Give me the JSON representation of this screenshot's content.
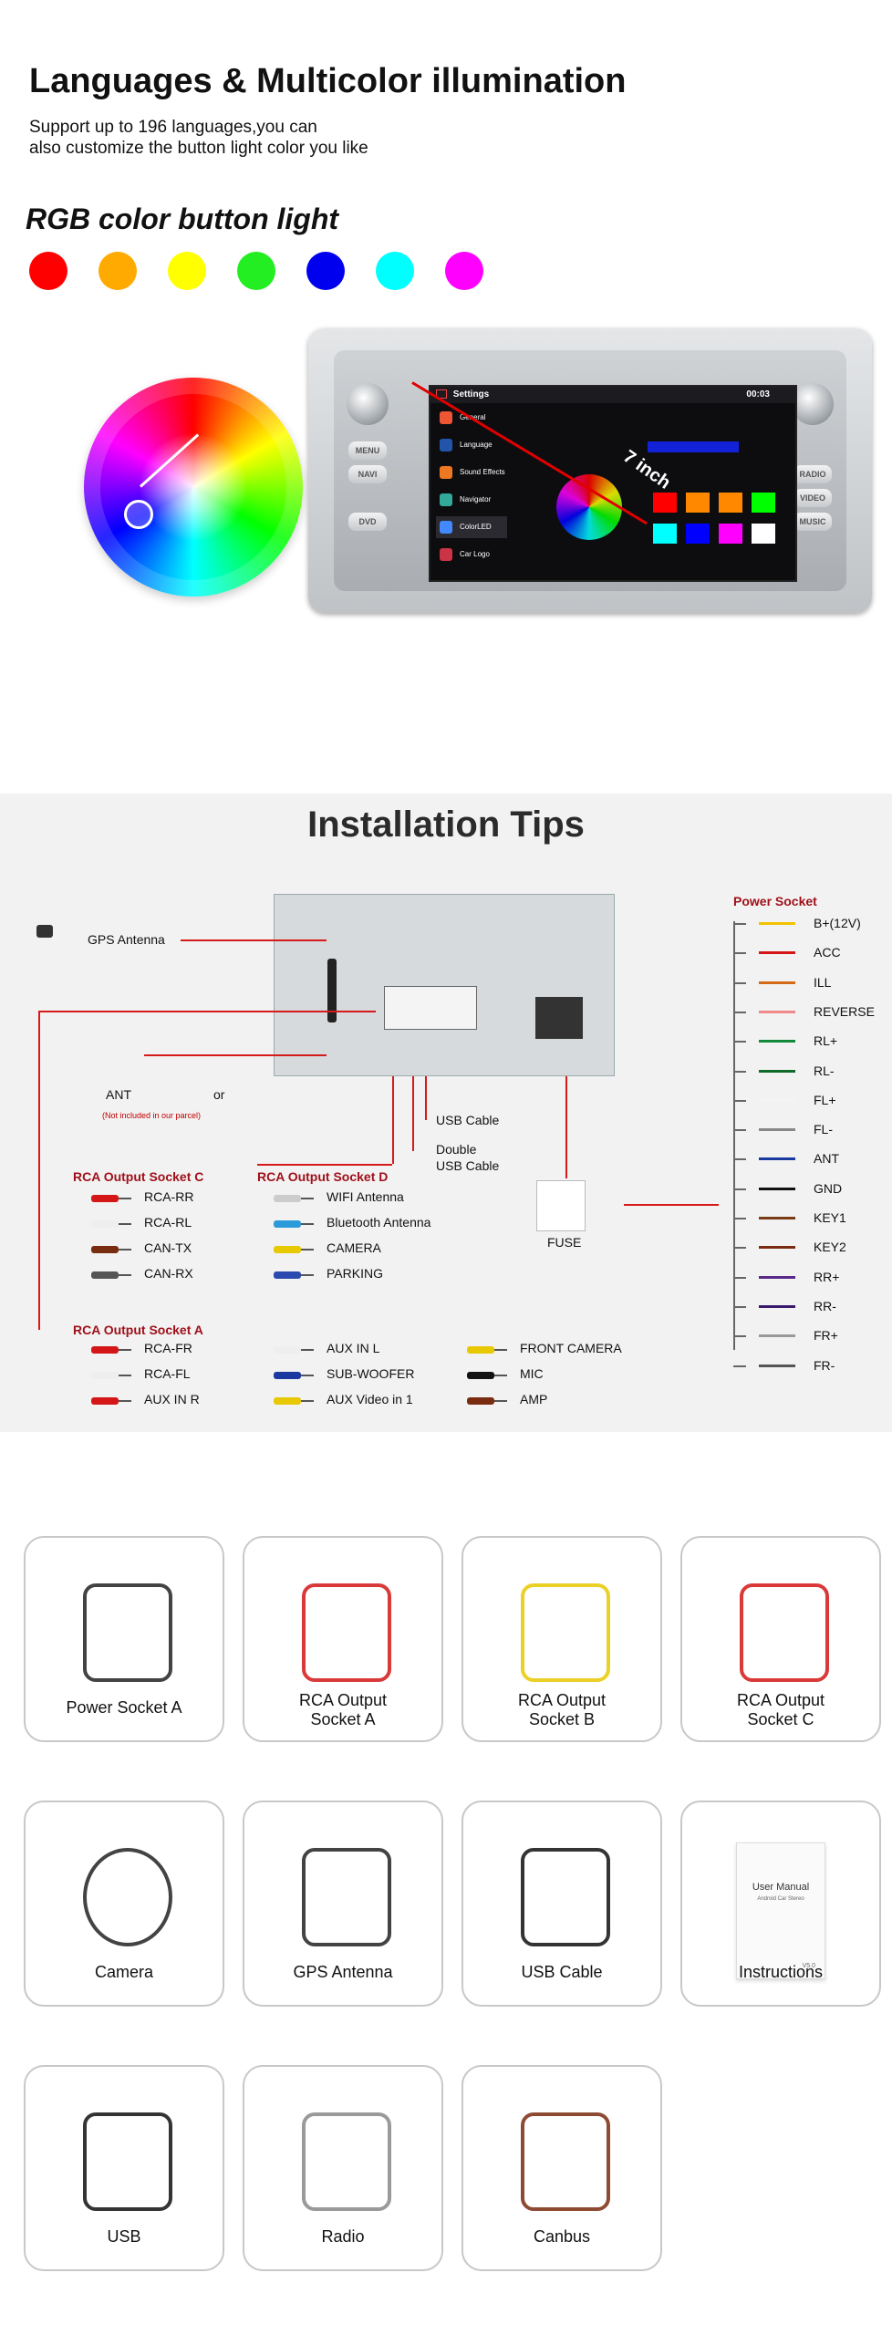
{
  "hero": {
    "title": "Languages & Multicolor illumination",
    "subtitle_line1": "Support up to 196 languages,you can",
    "subtitle_line2": "also customize the button light color you like",
    "rgb_title": "RGB color button light",
    "colors": [
      "#ff0000",
      "#ffaa00",
      "#ffff00",
      "#22ee22",
      "#0000ee",
      "#00ffff",
      "#ff00ff"
    ]
  },
  "unit": {
    "screen_title": "Settings",
    "clock": "00:03",
    "inch_label": "7 inch",
    "menu": [
      "General",
      "Language",
      "Sound Effects",
      "Navigator",
      "ColorLED",
      "Car Logo"
    ],
    "buttons": {
      "menu": "MENU",
      "navi": "NAVI",
      "dvd": "DVD",
      "radio": "RADIO",
      "video": "VIDEO",
      "music": "MUSIC"
    },
    "swatches": [
      "#ff0000",
      "#ff8800",
      "#ff8800",
      "#00ff00",
      "#00ffff",
      "#0000ff",
      "#ff00ff",
      "#ffffff"
    ]
  },
  "install": {
    "title": "Installation Tips",
    "gps_antenna": "GPS Antenna",
    "ant": "ANT",
    "or": "or",
    "not_included": "(Not included in our parcel)",
    "usb_cable": "USB Cable",
    "double_usb_1": "Double",
    "double_usb_2": "USB Cable",
    "fuse": "FUSE",
    "socket_c": {
      "title": "RCA Output Socket C",
      "items": [
        "RCA-RR",
        "RCA-RL",
        "CAN-TX",
        "CAN-RX"
      ]
    },
    "socket_d": {
      "title": "RCA Output Socket D",
      "items": [
        "WIFI Antenna",
        "Bluetooth Antenna",
        "CAMERA",
        "PARKING"
      ]
    },
    "socket_a": {
      "title": "RCA Output Socket A",
      "col1": [
        "RCA-FR",
        "RCA-FL",
        "AUX IN R"
      ],
      "col2": [
        "AUX IN L",
        "SUB-WOOFER",
        "AUX Video in 1"
      ],
      "col3": [
        "FRONT CAMERA",
        "MIC",
        "AMP"
      ]
    },
    "power": {
      "title": "Power Socket",
      "items": [
        "B+(12V)",
        "ACC",
        "ILL",
        "REVERSE",
        "RL+",
        "RL-",
        "FL+",
        "FL-",
        "ANT",
        "GND",
        "KEY1",
        "KEY2",
        "RR+",
        "RR-",
        "FR+",
        "FR-"
      ],
      "wire_colors": [
        "#f2c200",
        "#d41616",
        "#d46a16",
        "#f08a8a",
        "#138a3a",
        "#0f6a2a",
        "#f4f4f4",
        "#888888",
        "#1a3aa0",
        "#111111",
        "#7a3c16",
        "#7a2c10",
        "#5a2a8a",
        "#3a1a6a",
        "#9a9a9a",
        "#555555"
      ]
    }
  },
  "accessories": [
    {
      "line1": "Power Socket A",
      "line2": ""
    },
    {
      "line1": "RCA Output",
      "line2": "Socket A"
    },
    {
      "line1": "RCA Output",
      "line2": "Socket B"
    },
    {
      "line1": "RCA Output",
      "line2": "Socket C"
    },
    {
      "line1": "Camera",
      "line2": ""
    },
    {
      "line1": "GPS Antenna",
      "line2": ""
    },
    {
      "line1": "USB Cable",
      "line2": ""
    },
    {
      "line1": "Instructions",
      "line2": ""
    },
    {
      "line1": "USB",
      "line2": ""
    },
    {
      "line1": "Radio",
      "line2": ""
    },
    {
      "line1": "Canbus",
      "line2": ""
    }
  ],
  "manual": {
    "title": "User Manual",
    "subtitle": "Android Car Stereo",
    "version": "V5.0"
  }
}
